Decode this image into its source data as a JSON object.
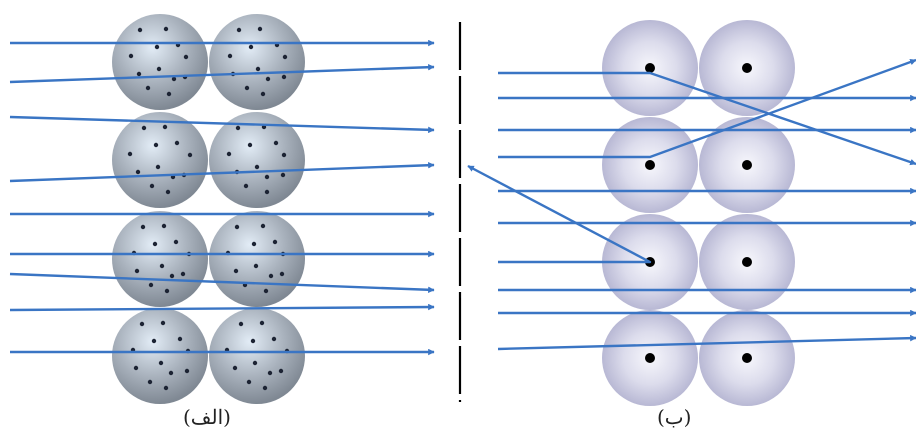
{
  "captions": {
    "left": "(الف)",
    "right": "(ب)"
  },
  "colors": {
    "arrow": "#3a75c4",
    "thomson_sphere_light": "#e2ecf6",
    "thomson_sphere_dark": "#7f8893",
    "rutherford_halo_light": "#f2f2fa",
    "rutherford_halo_dark": "#b8b8d4",
    "nucleus": "#000000",
    "electron": "#1c2333",
    "screen": "#000000"
  },
  "panels": [
    {
      "id": "a",
      "model": "uniform-sphere",
      "rows": 4,
      "cols": 2,
      "scattering": "small-deflection"
    },
    {
      "id": "b",
      "model": "point-nucleus",
      "rows": 4,
      "cols": 2,
      "scattering": "large-deflection-and-backscatter"
    }
  ]
}
